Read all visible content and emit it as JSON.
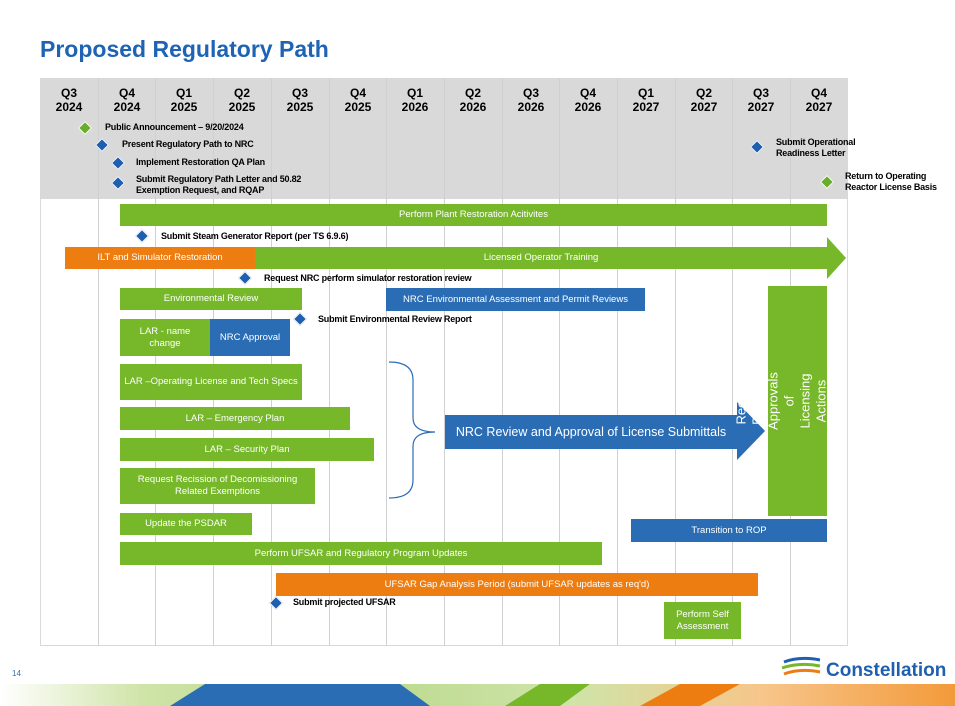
{
  "title": "Proposed Regulatory Path",
  "page_number": "14",
  "logo_text": "Constellation",
  "quarters": [
    {
      "q": "Q3",
      "y": "2024"
    },
    {
      "q": "Q4",
      "y": "2024"
    },
    {
      "q": "Q1",
      "y": "2025"
    },
    {
      "q": "Q2",
      "y": "2025"
    },
    {
      "q": "Q3",
      "y": "2025"
    },
    {
      "q": "Q4",
      "y": "2025"
    },
    {
      "q": "Q1",
      "y": "2026"
    },
    {
      "q": "Q2",
      "y": "2026"
    },
    {
      "q": "Q3",
      "y": "2026"
    },
    {
      "q": "Q4",
      "y": "2026"
    },
    {
      "q": "Q1",
      "y": "2027"
    },
    {
      "q": "Q2",
      "y": "2027"
    },
    {
      "q": "Q3",
      "y": "2027"
    },
    {
      "q": "Q4",
      "y": "2027"
    }
  ],
  "milestones": {
    "public_announcement": "Public Announcement – 9/20/2024",
    "present_path": "Present Regulatory Path to NRC",
    "restoration_qa": "Implement Restoration QA Plan",
    "submit_path_letter": "Submit Regulatory Path Letter and 50.82 Exemption Request, and RQAP",
    "submit_operational": "Submit Operational Readiness Letter",
    "return_operating": "Return to Operating Reactor License Basis",
    "steam_generator": "Submit Steam Generator Report (per TS 6.9.6)",
    "simulator_review": "Request NRC perform simulator restoration review",
    "env_review_report": "Submit Environmental Review Report",
    "projected_ufsar": "Submit projected UFSAR"
  },
  "bars": {
    "plant_restoration": "Perform Plant Restoration Acitivites",
    "ilt_simulator": "ILT and Simulator Restoration",
    "licensed_operator": "Licensed Operator Training",
    "env_review": "Environmental Review",
    "nrc_env_assessment": "NRC Environmental Assessment and Permit Reviews",
    "lar_name_change": "LAR  - name change",
    "nrc_approval": "NRC Approval",
    "lar_operating_license": "LAR –Operating License and Tech Specs",
    "lar_emergency": "LAR – Emergency Plan",
    "lar_security": "LAR – Security Plan",
    "recission": "Request Recission of Decomissioning Related Exemptions",
    "update_psdar": "Update the PSDAR",
    "nrc_review_approval": "NRC Review and Approval of License Submittals",
    "bundled_approvals": "Receive Bundled Approvals of Licensing Actions and Implement",
    "transition_rop": "Transition to ROP",
    "ufsar_updates": "Perform UFSAR and Regulatory Program Updates",
    "ufsar_gap": "UFSAR Gap Analysis Period (submit UFSAR updates as req'd)",
    "self_assessment": "Perform Self Assessment"
  },
  "colors": {
    "green": "#76b82a",
    "blue": "#2a6db5",
    "orange": "#ee7d11",
    "title": "#1f64b4"
  }
}
